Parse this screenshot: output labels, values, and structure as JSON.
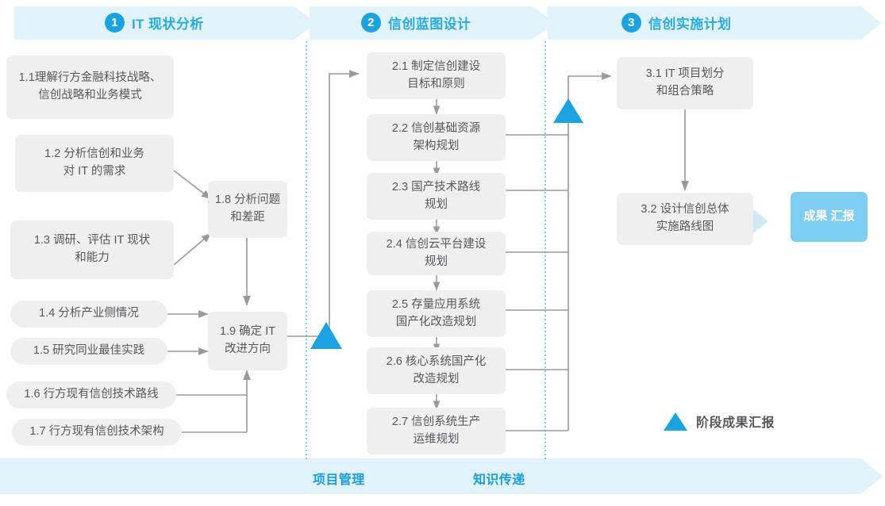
{
  "colors": {
    "banner_fill": "#e1f2fb",
    "banner_accent": "#29abe2",
    "node_fill": "#efeff0",
    "node_text": "#55585c",
    "result_fill": "#7fcdf0",
    "milestone_blue": "#1aa3e0",
    "divider_dashed": "#29abe2",
    "wire_gray": "#9a9a9a"
  },
  "header": {
    "stages": [
      {
        "num": "1",
        "label": "IT 现状分析"
      },
      {
        "num": "2",
        "label": "信创蓝图设计"
      },
      {
        "num": "3",
        "label": "信创实施计划"
      }
    ]
  },
  "phase1": {
    "nodes": [
      {
        "id": "1.1",
        "line1": "1.1理解行方金融科技战略、",
        "line2": "信创战略和业务模式"
      },
      {
        "id": "1.2",
        "line1": "1.2 分析信创和业务",
        "line2": "对 IT 的需求"
      },
      {
        "id": "1.3",
        "line1": "1.3 调研、评估 IT 现状",
        "line2": "和能力"
      },
      {
        "id": "1.4",
        "line1": "1.4 分析产业侧情况",
        "line2": ""
      },
      {
        "id": "1.5",
        "line1": "1.5 研究同业最佳实践",
        "line2": ""
      },
      {
        "id": "1.6",
        "line1": "1.6 行方现有信创技术路线",
        "line2": ""
      },
      {
        "id": "1.7",
        "line1": "1.7 行方现有信创技术架构",
        "line2": ""
      },
      {
        "id": "1.8",
        "line1": "1.8 分析问题",
        "line2": "和差距"
      },
      {
        "id": "1.9",
        "line1": "1.9 确定 IT",
        "line2": "改进方向"
      }
    ]
  },
  "phase2": {
    "nodes": [
      {
        "id": "2.1",
        "line1": "2.1 制定信创建设",
        "line2": "目标和原则"
      },
      {
        "id": "2.2",
        "line1": "2.2 信创基础资源",
        "line2": "架构规划"
      },
      {
        "id": "2.3",
        "line1": "2.3 国产技术路线",
        "line2": "规划"
      },
      {
        "id": "2.4",
        "line1": "2.4 信创云平台建设",
        "line2": "规划"
      },
      {
        "id": "2.5",
        "line1": "2.5 存量应用系统",
        "line2": "国产化改造规划"
      },
      {
        "id": "2.6",
        "line1": "2.6 核心系统国产化",
        "line2": "改造规划"
      },
      {
        "id": "2.7",
        "line1": "2.7 信创系统生产",
        "line2": "运维规划"
      }
    ]
  },
  "phase3": {
    "nodes": [
      {
        "id": "3.1",
        "line1": "3.1 IT 项目划分",
        "line2": "和组合策略"
      },
      {
        "id": "3.2",
        "line1": "3.2 设计信创总体",
        "line2": "实施路线图"
      }
    ],
    "result": {
      "line1": "成果",
      "line2": "汇报"
    }
  },
  "legend": {
    "label": "阶段成果汇报",
    "icon": "triangle-up-icon"
  },
  "footer": {
    "labels": [
      "项目管理",
      "知识传递"
    ]
  }
}
